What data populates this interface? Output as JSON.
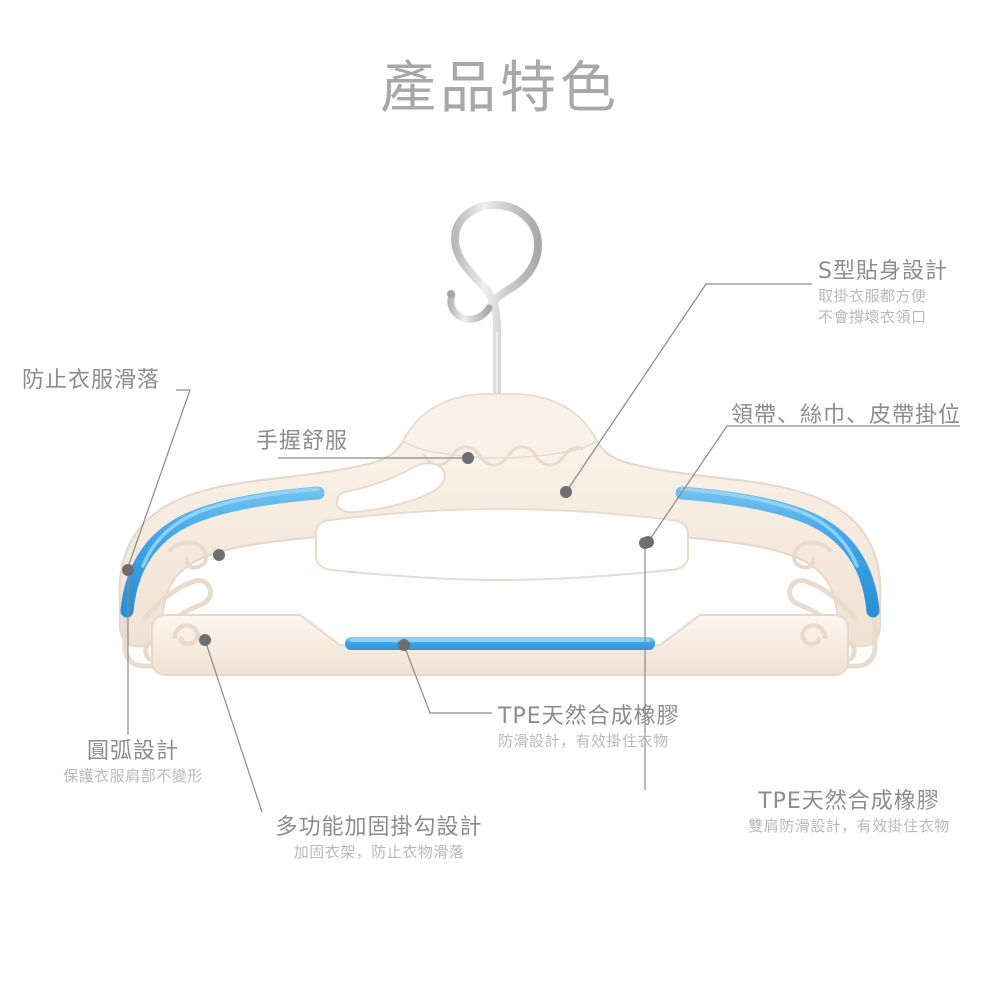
{
  "page": {
    "title": "產品特色",
    "background_color": "#ffffff",
    "title_color": "#a8a8a8",
    "callout_title_color": "#8c8c8c",
    "callout_sub_color": "#b9b9b9",
    "leader_line_color": "#8a8a8a",
    "marker_dot_color": "#6e6e6e"
  },
  "product": {
    "name": "clothes-hanger",
    "body_color": "#f6ece2",
    "body_edge_color": "#e3d3c4",
    "body_highlight_color": "#fffaf5",
    "rubber_color": "#3fa4e8",
    "rubber_highlight_color": "#7fc8f2",
    "hook_color": "#c9c9c9",
    "hook_highlight_color": "#f2f2f2"
  },
  "callouts": [
    {
      "id": "s-shape",
      "title": "S型貼身設計",
      "sub": [
        "取掛衣服都方便",
        "不會撐壞衣領口"
      ]
    },
    {
      "id": "tie-scarf-belt",
      "title": "領帶、絲巾、皮帶掛位",
      "sub": []
    },
    {
      "id": "anti-slip",
      "title": "防止衣服滑落",
      "sub": []
    },
    {
      "id": "comfort-grip",
      "title": "手握舒服",
      "sub": []
    },
    {
      "id": "arc-design",
      "title": "圓弧設計",
      "sub": [
        "保護衣服肩部不變形"
      ]
    },
    {
      "id": "multi-hook",
      "title": "多功能加固掛勾設計",
      "sub": [
        "加固衣架，防止衣物滑落"
      ]
    },
    {
      "id": "tpe-bottom",
      "title": "TPE天然合成橡膠",
      "sub": [
        "防滑設計，有效掛住衣物"
      ]
    },
    {
      "id": "tpe-shoulder",
      "title": "TPE天然合成橡膠",
      "sub": [
        "雙肩防滑設計，有效掛住衣物"
      ]
    }
  ]
}
